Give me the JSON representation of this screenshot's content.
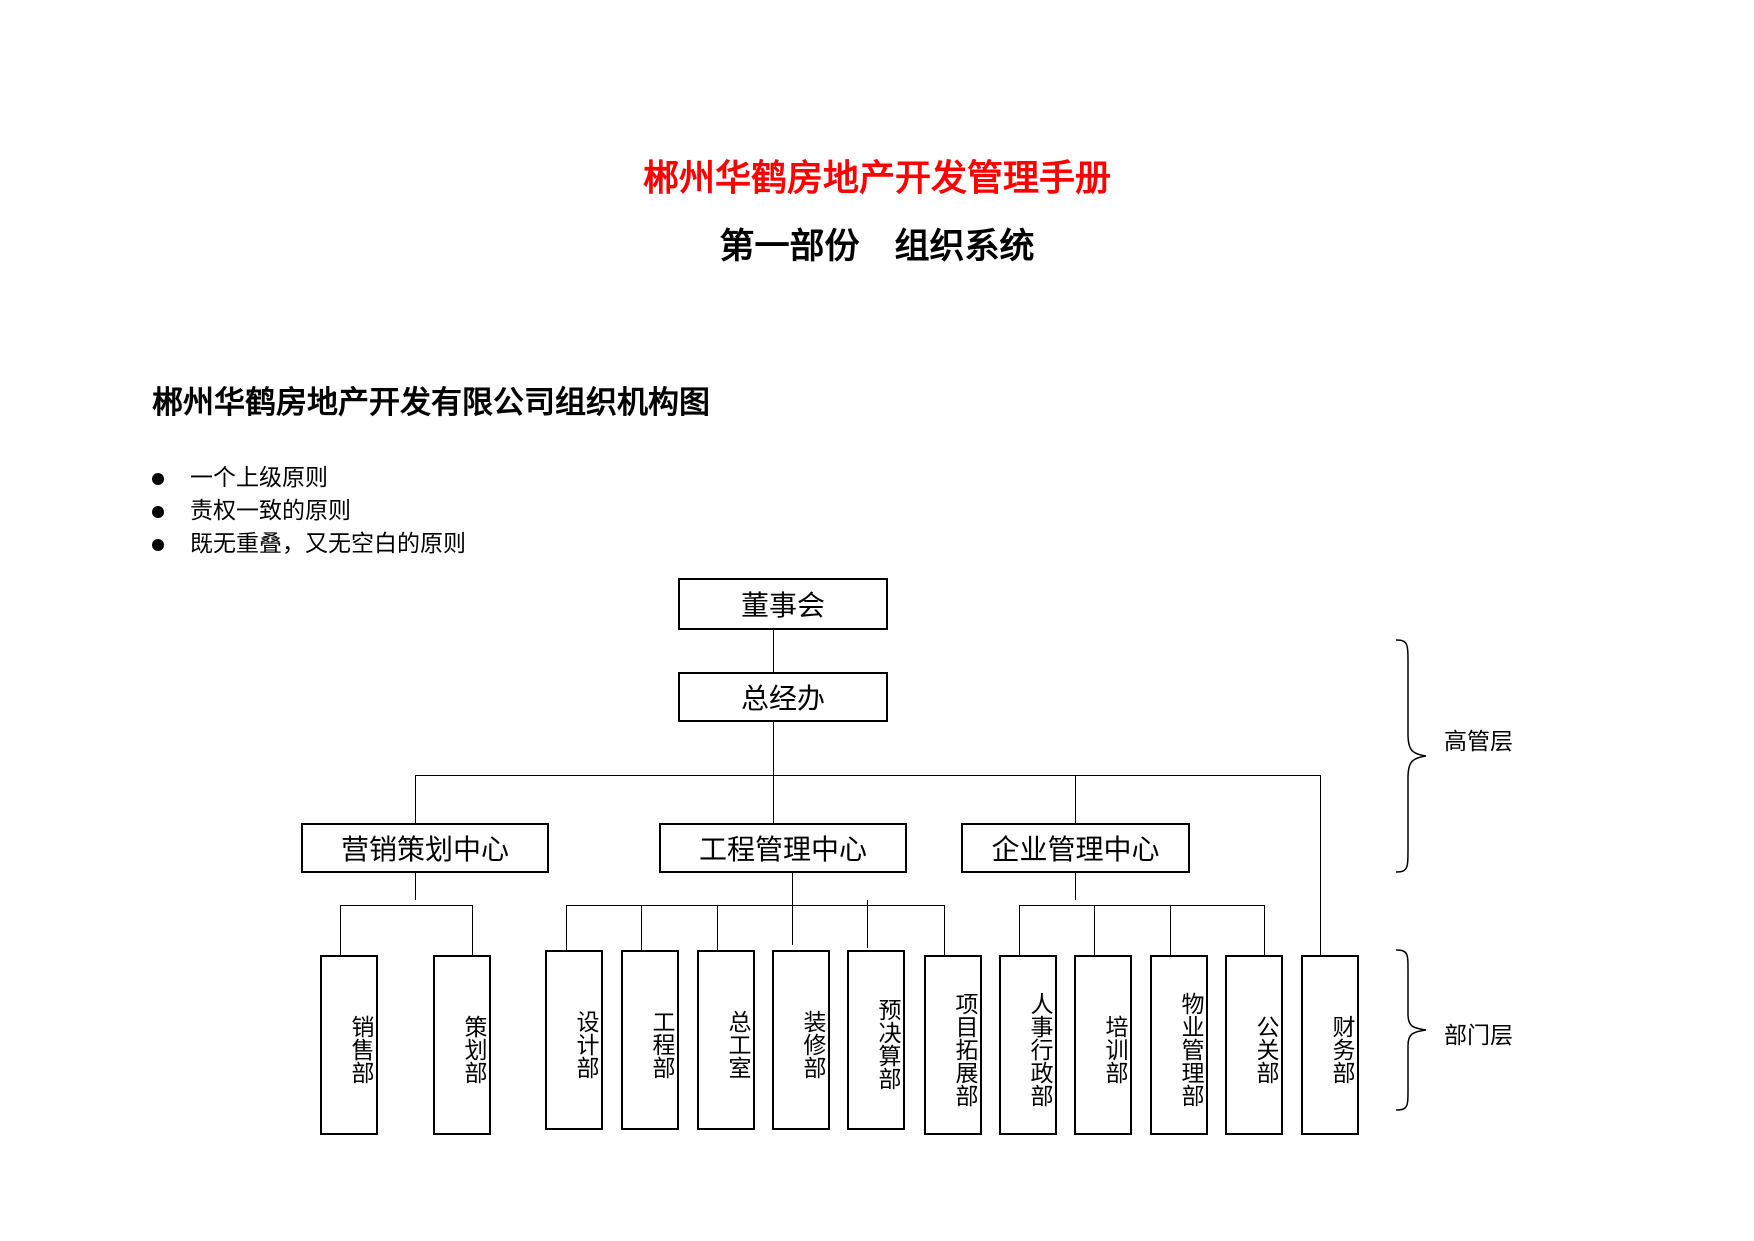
{
  "header": {
    "title": "郴州华鹤房地产开发管理手册",
    "title_color": "#ff0000",
    "subtitle": "第一部份　组织系统"
  },
  "chart": {
    "title": "郴州华鹤房地产开发有限公司组织机构图"
  },
  "principles": [
    "一个上级原则",
    "责权一致的原则",
    "既无重叠，又无空白的原则"
  ],
  "org": {
    "board": "董事会",
    "gm_office": "总经办",
    "centers": {
      "marketing": "营销策划中心",
      "engineering": "工程管理中心",
      "enterprise": "企业管理中心"
    },
    "departments": {
      "sales": "销售部",
      "planning": "策划部",
      "design": "设计部",
      "engineering": "工程部",
      "chief_engineer": "总工室",
      "decoration": "装修部",
      "budget": "预决算部",
      "project_dev": "项目拓展部",
      "hr_admin": "人事行政部",
      "training": "培训部",
      "property": "物业管理部",
      "pr": "公关部",
      "finance": "财务部"
    },
    "layers": {
      "senior": "高管层",
      "department": "部门层"
    }
  }
}
